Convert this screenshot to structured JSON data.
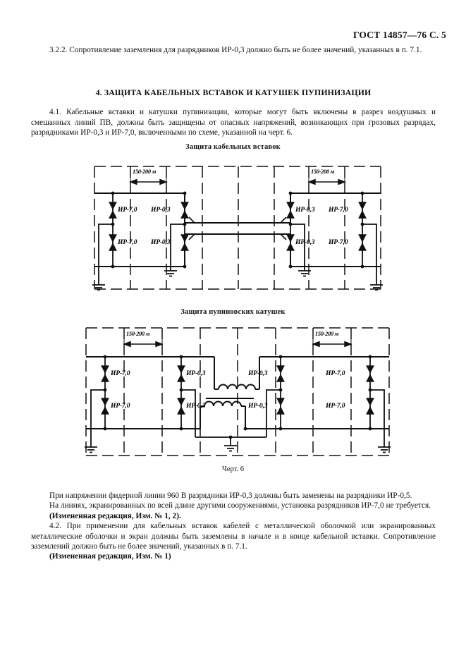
{
  "header": {
    "standard": "ГОСТ 14857—76 С. 5"
  },
  "body": {
    "para_322": "3.2.2. Сопротивление заземления для разрядников ИР-0,3 должно быть не более значений, указанных в п. 7.1.",
    "section_heading": "4. ЗАЩИТА КАБЕЛЬНЫХ ВСТАВОК И КАТУШЕК ПУПИНИЗАЦИИ",
    "para_41": "4.1. Кабельные вставки и катушки пупинизации, которые могут быть включены в разрез воздушных и смешанных линий ПВ, должны быть защищены от опасных напряжений, возникающих при грозовых разрядах, разрядниками ИР-0,3 и ИР-7,0, включенными по схеме, указанной на черт. 6.",
    "para_after_1": "При напряжении фидерной линии 960 В разрядники ИР-0,3 должны быть заменены на разрядники ИР-0,5.",
    "para_after_2": "На линиях, экранированных по всей длине другими сооружениями, установка разрядников ИР-7,0 не требуется.",
    "revision_1": "(Измененная редакция, Изм. № 1, 2).",
    "para_42": "4.2. При применении для кабельных вставок кабелей с металлической оболочкой или экранированных металлические оболочки и экран должны быть заземлены в начале и в конце кабельной вставки. Сопротивление заземлений должно быть не более значений, указанных в п. 7.1.",
    "revision_2": "(Измененная редакция, Изм. № 1)"
  },
  "figure": {
    "caption": "Черт. 6",
    "diagram1": {
      "title": "Защита кабельных вставок",
      "dimension_left": "150-200 м",
      "dimension_right": "150-200 м",
      "arresters": {
        "left_outer_top": "ИР-7,0",
        "left_outer_bottom": "ИР-7,0",
        "left_inner_top": "ИР-0,3",
        "left_inner_bottom": "ИР-0,3",
        "right_inner_top": "ИР-0,3",
        "right_inner_bottom": "ИР-0,3",
        "right_outer_top": "ИР-7,0",
        "right_outer_bottom": "ИР-7,0"
      }
    },
    "diagram2": {
      "title": "Защита пупиновских катушек",
      "dimension_left": "150-200 м",
      "dimension_right": "150-200 м",
      "arresters": {
        "left_outer_top": "ИР-7,0",
        "left_outer_bottom": "ИР-7,0",
        "left_inner_top": "ИР-0,3",
        "left_inner_bottom": "ИР-0,3",
        "right_inner_top": "ИР-0,3",
        "right_inner_bottom": "ИР-0,3",
        "right_outer_top": "ИР-7,0",
        "right_outer_bottom": "ИР-7,0"
      }
    }
  },
  "colors": {
    "ink": "#111111",
    "paper": "#ffffff"
  }
}
